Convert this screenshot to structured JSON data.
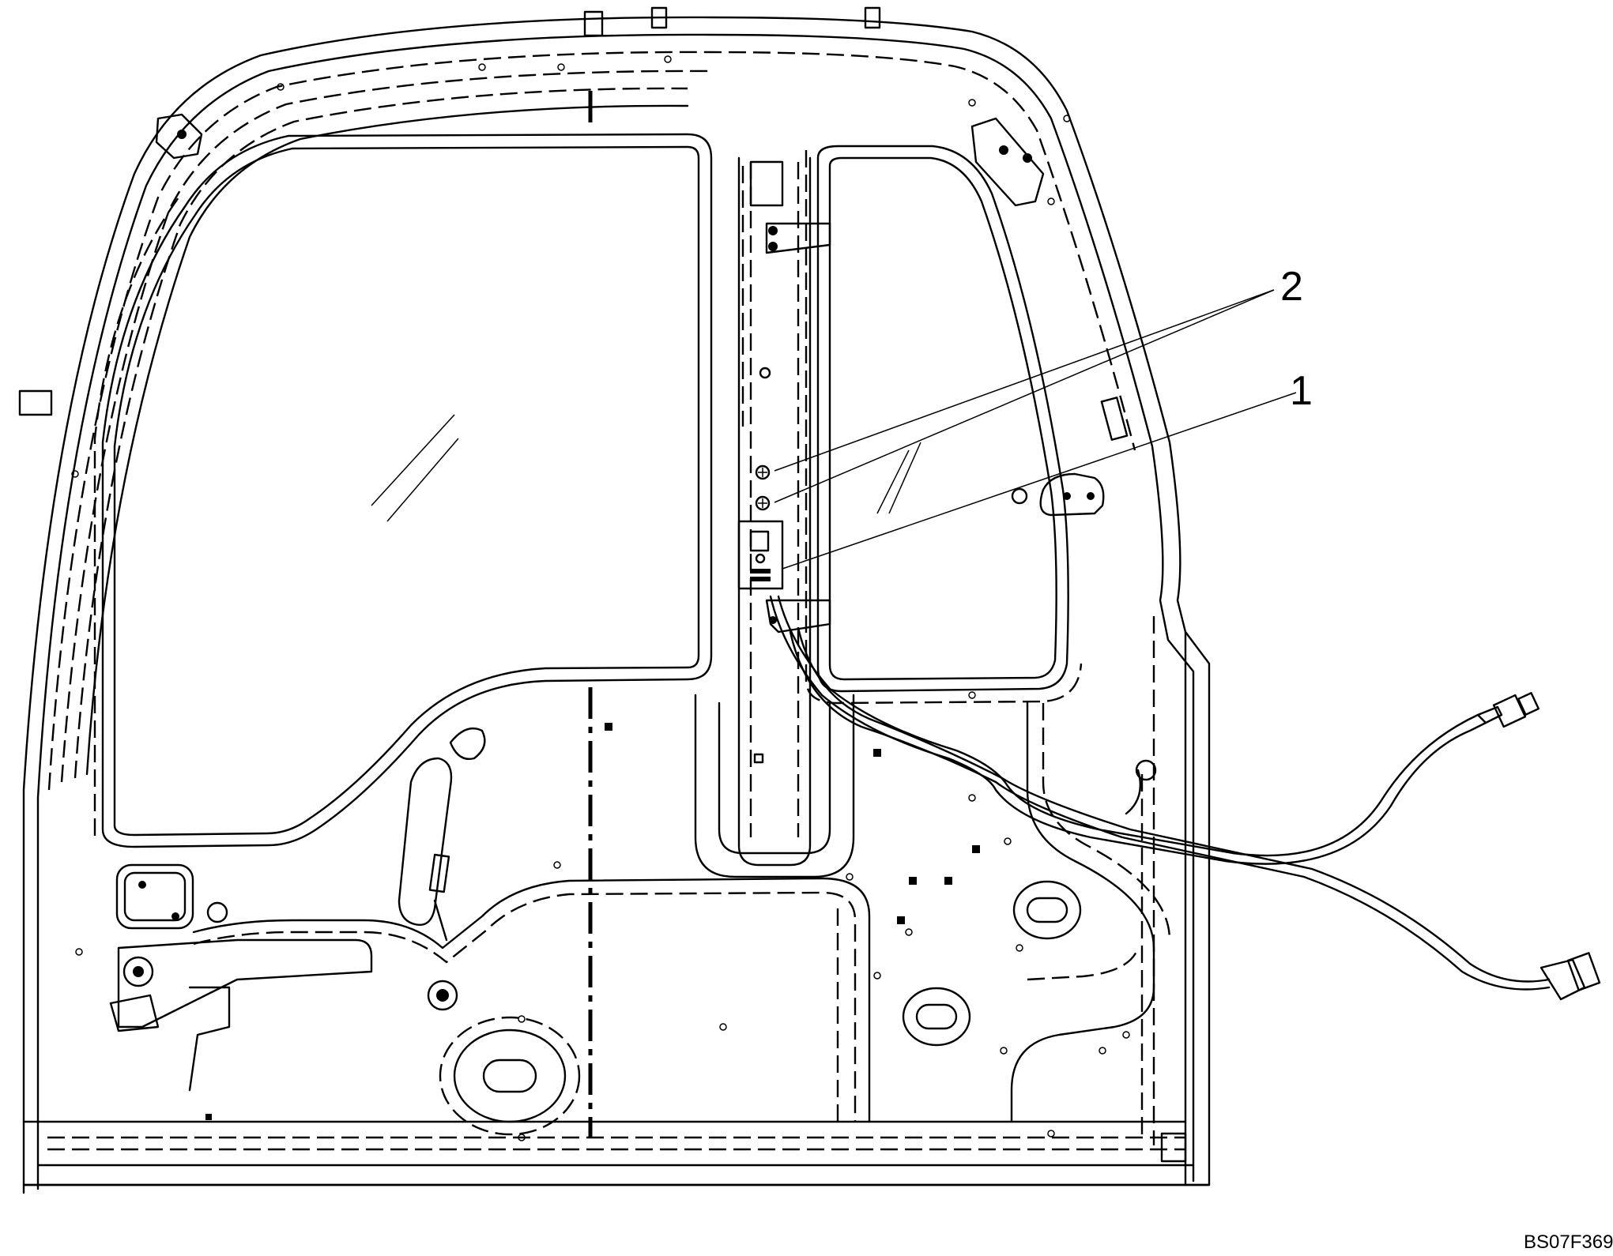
{
  "diagram": {
    "callouts": [
      {
        "id": "callout-1",
        "label": "1"
      },
      {
        "id": "callout-2",
        "label": "2"
      }
    ],
    "figure_reference": "BS07F369"
  }
}
